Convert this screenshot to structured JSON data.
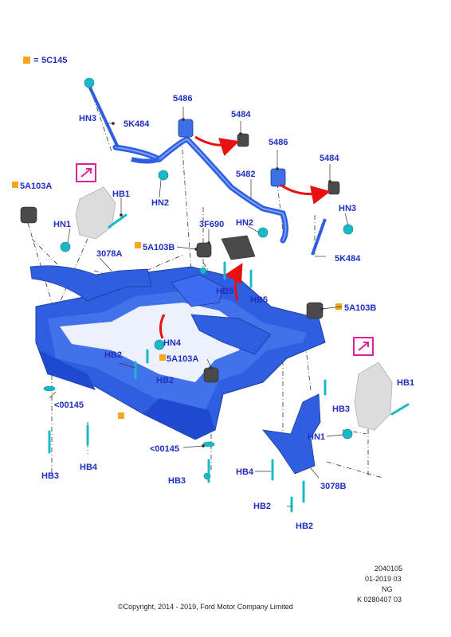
{
  "colors": {
    "label": "#1f2fbf",
    "frame": "#2f5fe0",
    "clip": "#19b9c9",
    "arrow": "#e81010",
    "legend": "#f5a623",
    "linkage": "#e0209a"
  },
  "legend": {
    "marker": "=",
    "code": "5C145"
  },
  "labels": {
    "hn3_left": "HN3",
    "p5k484_left": "5K484",
    "p5486_a": "5486",
    "p5484_a": "5484",
    "p5486_b": "5486",
    "p5484_b": "5484",
    "p5482": "5482",
    "hn2_left": "HN2",
    "p5a103a_top": "5A103A",
    "hb1_left": "HB1",
    "hn1_left": "HN1",
    "p3078a": "3078A",
    "p3f690": "3F690",
    "hn2_right": "HN2",
    "hn3_right": "HN3",
    "p5a103b_top": "5A103B",
    "hb5_a": "HB5",
    "hb5_b": "HB5",
    "p5k484_right": "5K484",
    "p5a103b_right": "5A103B",
    "hn4": "HN4",
    "hb2_a": "HB2",
    "hb2_b": "HB2",
    "p5a103a_mid": "5A103A",
    "p00145_left": "<00145",
    "hb3_left": "HB3",
    "hb4_left": "HB4",
    "p00145_mid": "<00145",
    "hb3_mid": "HB3",
    "hb4_right": "HB4",
    "hb2_c": "HB2",
    "hb2_d": "HB2",
    "p3078b": "3078B",
    "hn1_right": "HN1",
    "hb1_right": "HB1",
    "hb3_right": "HB3"
  },
  "footer": {
    "code1": "2040105",
    "code2": "01-2019 03",
    "code3": "NG",
    "code4": "K 0280407 03",
    "copyright": "©Copyright, 2014 - 2019, Ford Motor Company Limited"
  }
}
